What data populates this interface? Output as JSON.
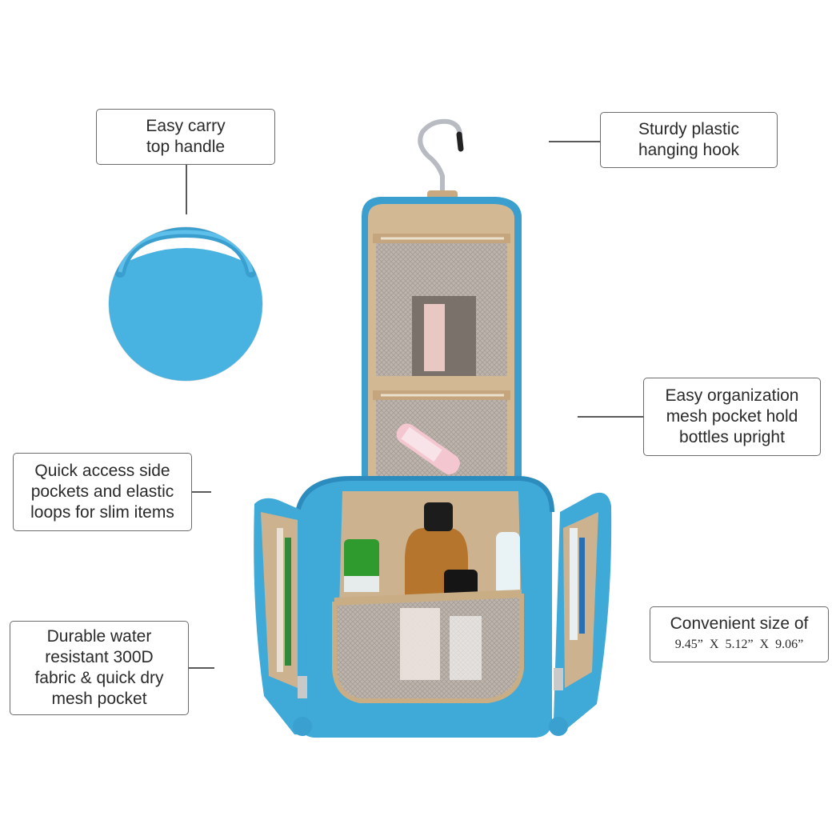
{
  "callouts": {
    "handle": {
      "line1": "Easy carry",
      "line2": "top handle"
    },
    "hook": {
      "line1": "Sturdy plastic",
      "line2": "hanging hook"
    },
    "organization": {
      "line1": "Easy organization",
      "line2": "mesh pocket hold",
      "line3": "bottles upright"
    },
    "side_pockets": {
      "line1": "Quick access side",
      "line2": "pockets and elastic",
      "line3": "loops for slim items"
    },
    "durable": {
      "line1": "Durable water",
      "line2": "resistant  300D",
      "line3": "fabric & quick dry",
      "line4": "mesh pocket"
    },
    "size": {
      "line1": "Convenient size of",
      "line2": "9.45” X  5.12”   X 9.06”"
    }
  },
  "colors": {
    "bag_blue": "#3fa9d8",
    "bag_blue_dark": "#2b8cbd",
    "lining_beige": "#d5bea0",
    "mesh_gray": "#b9b2ab"
  }
}
